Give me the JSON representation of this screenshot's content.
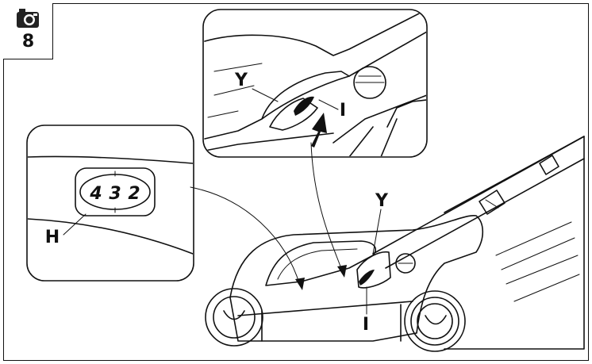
{
  "step": {
    "number": "8",
    "icon": "camera-icon"
  },
  "labels": {
    "Y_main": "Y",
    "I_main": "I",
    "Y_detail": "Y",
    "I_detail": "I",
    "H": "H"
  },
  "height_selector": {
    "values": [
      "4",
      "3",
      "2"
    ]
  }
}
